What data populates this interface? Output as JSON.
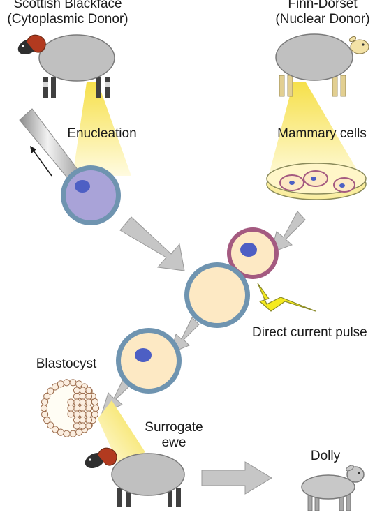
{
  "donors": {
    "cytoplasmic": {
      "name": "Scottish Blackface",
      "role": "(Cytoplasmic Donor)"
    },
    "nuclear": {
      "name": "Finn-Dorset",
      "role": "(Nuclear Donor)"
    }
  },
  "steps": {
    "enucleation": "Enucleation",
    "mammary_cells": "Mammary cells",
    "pulse": "Direct current pulse",
    "blastocyst": "Blastocyst",
    "surrogate_line1": "Surrogate",
    "surrogate_line2": "ewe",
    "result": "Dolly"
  },
  "colors": {
    "egg_fill": "#fde9c4",
    "egg_ring": "#6f94b0",
    "enucleated_fill": "#a9a3d8",
    "nucleus": "#4d5fc4",
    "mammary_ring": "#a45a80",
    "light_cone": "#fbeb6c",
    "pulse_bolt": "#f5ea1e",
    "arrow_gray": "#c6c6c6",
    "sheep_gray": "#c0c0c0",
    "blackface_head": "#2f2f2f",
    "horn": "#b23a1f"
  }
}
